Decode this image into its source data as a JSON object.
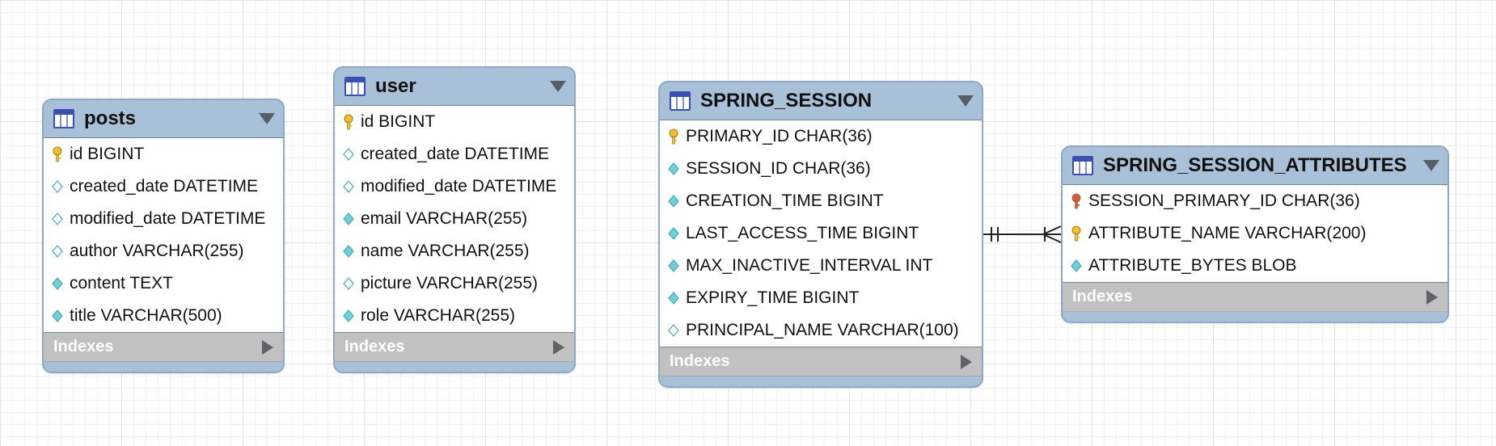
{
  "colors": {
    "header": "#a9c1d8",
    "border": "#8fa9c4",
    "indexes_bar": "#c1c1c1",
    "table_icon": "#3b4fb0",
    "primary_key": "#f3c02c",
    "foreign_key": "#d5584d",
    "column": "#6fd0d8"
  },
  "entities": [
    {
      "name": "posts",
      "columns": [
        {
          "icon": "primary-key-icon",
          "text": "id BIGINT"
        },
        {
          "icon": "nullable-column-icon",
          "text": "created_date DATETIME"
        },
        {
          "icon": "nullable-column-icon",
          "text": "modified_date DATETIME"
        },
        {
          "icon": "nullable-column-icon",
          "text": "author VARCHAR(255)"
        },
        {
          "icon": "column-icon",
          "text": "content TEXT"
        },
        {
          "icon": "column-icon",
          "text": "title VARCHAR(500)"
        }
      ],
      "indexes_label": "Indexes"
    },
    {
      "name": "user",
      "columns": [
        {
          "icon": "primary-key-icon",
          "text": "id BIGINT"
        },
        {
          "icon": "nullable-column-icon",
          "text": "created_date DATETIME"
        },
        {
          "icon": "nullable-column-icon",
          "text": "modified_date DATETIME"
        },
        {
          "icon": "column-icon",
          "text": "email VARCHAR(255)"
        },
        {
          "icon": "column-icon",
          "text": "name VARCHAR(255)"
        },
        {
          "icon": "nullable-column-icon",
          "text": "picture VARCHAR(255)"
        },
        {
          "icon": "column-icon",
          "text": "role VARCHAR(255)"
        }
      ],
      "indexes_label": "Indexes"
    },
    {
      "name": "SPRING_SESSION",
      "columns": [
        {
          "icon": "primary-key-icon",
          "text": "PRIMARY_ID CHAR(36)"
        },
        {
          "icon": "column-icon",
          "text": "SESSION_ID CHAR(36)"
        },
        {
          "icon": "column-icon",
          "text": "CREATION_TIME BIGINT"
        },
        {
          "icon": "column-icon",
          "text": "LAST_ACCESS_TIME BIGINT"
        },
        {
          "icon": "column-icon",
          "text": "MAX_INACTIVE_INTERVAL INT"
        },
        {
          "icon": "column-icon",
          "text": "EXPIRY_TIME BIGINT"
        },
        {
          "icon": "nullable-column-icon",
          "text": "PRINCIPAL_NAME VARCHAR(100)"
        }
      ],
      "indexes_label": "Indexes"
    },
    {
      "name": "SPRING_SESSION_ATTRIBUTES",
      "columns": [
        {
          "icon": "foreign-key-icon",
          "text": "SESSION_PRIMARY_ID CHAR(36)"
        },
        {
          "icon": "primary-key-icon",
          "text": "ATTRIBUTE_NAME VARCHAR(200)"
        },
        {
          "icon": "column-icon",
          "text": "ATTRIBUTE_BYTES BLOB"
        }
      ],
      "indexes_label": "Indexes"
    }
  ],
  "relationships": [
    {
      "from": "SPRING_SESSION",
      "to": "SPRING_SESSION_ATTRIBUTES",
      "from_cardinality": "one-and-only-one",
      "to_cardinality": "one-or-many"
    }
  ]
}
